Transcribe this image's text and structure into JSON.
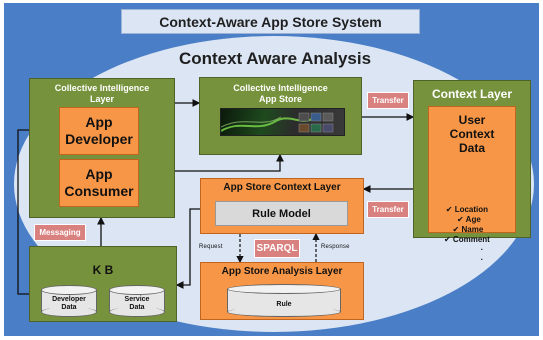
{
  "title": "Context-Aware App Store System",
  "subtitle": "Context Aware Analysis",
  "collective_layer": {
    "title_line1": "Collective Intelligence",
    "title_line2": "Layer",
    "app_developer": [
      "App",
      "Developer"
    ],
    "app_consumer": [
      "App",
      "Consumer"
    ]
  },
  "app_store": {
    "title_line1": "Collective Intelligence",
    "title_line2": "App Store"
  },
  "context_layer": {
    "title": "Context Layer",
    "user_context": [
      "User",
      "Context",
      "Data"
    ],
    "items": [
      "✔ Location",
      "✔ Age",
      "✔ Name",
      "✔ Comment",
      "·",
      "·"
    ]
  },
  "store_context_layer": {
    "title": "App Store Context Layer",
    "rule_model": "Rule Model"
  },
  "analysis_layer": {
    "title": "App Store Analysis Layer",
    "rule": "Rule"
  },
  "kb": {
    "title": "K B",
    "developer_data": [
      "Developer",
      "Data"
    ],
    "service_data": [
      "Service",
      "Data"
    ]
  },
  "tags": {
    "transfer_top": "Transfer",
    "transfer_bottom": "Transfer",
    "messaging": "Messaging",
    "sparql": "SPARQL"
  },
  "labels": {
    "request": "Request",
    "response": "Response"
  },
  "colors": {
    "background_blue": "#4a7ec7",
    "ellipse": "#dbe5f4",
    "green": "#76923c",
    "orange": "#f79646",
    "pink": "#d9817f",
    "gray_box": "#d9d9d9"
  }
}
